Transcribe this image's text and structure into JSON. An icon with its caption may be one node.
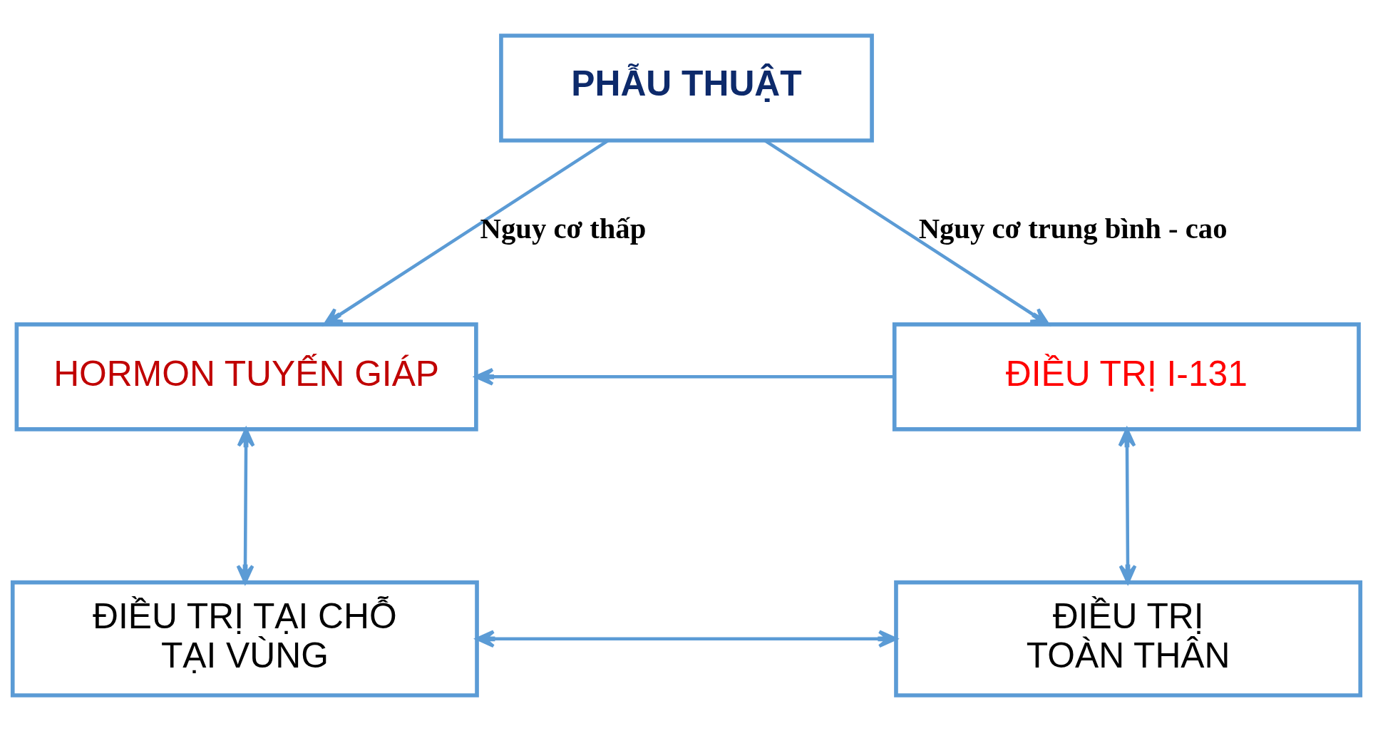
{
  "diagram": {
    "nodes": [
      {
        "text": [
          "PHẪU THUẬT"
        ]
      },
      {
        "text": [
          "HORMON TUYẾN GIÁP"
        ]
      },
      {
        "text": [
          "ĐIỀU TRỊ I-131"
        ]
      },
      {
        "text": [
          "ĐIỀU TRỊ TẠI CHỖ TẠI VÙNG"
        ]
      },
      {
        "text": [
          "ĐIỀU TRỊ TOÀN THÂN"
        ]
      }
    ],
    "edges": [
      {
        "from": 0,
        "to": 1,
        "arrow": "to",
        "label": "Nguy cơ thấp"
      },
      {
        "from": 0,
        "to": 2,
        "arrow": "to",
        "label": "Nguy cơ trung bình - cao"
      },
      {
        "from": 2,
        "to": 1,
        "arrow": "to"
      },
      {
        "from": 1,
        "to": 3,
        "arrow": "both"
      },
      {
        "from": 2,
        "to": 4,
        "arrow": "both"
      },
      {
        "from": 3,
        "to": 4,
        "arrow": "both"
      }
    ]
  }
}
